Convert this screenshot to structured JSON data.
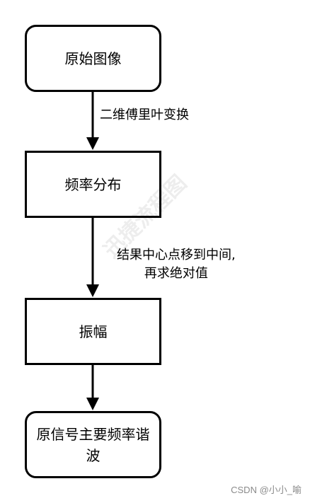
{
  "nodes": [
    {
      "id": "n1",
      "label": "原始图像",
      "shape": "rounded"
    },
    {
      "id": "n2",
      "label": "频率分布",
      "shape": "rect"
    },
    {
      "id": "n3",
      "label": "振幅",
      "shape": "rect"
    },
    {
      "id": "n4",
      "label_line1": "原信号主要频率谐",
      "label_line2": "波",
      "shape": "rounded"
    }
  ],
  "edges": [
    {
      "from": "n1",
      "to": "n2",
      "label": "二维傅里叶变换"
    },
    {
      "from": "n2",
      "to": "n3",
      "label_line1": "结果中心点移到中间,",
      "label_line2": "再求绝对值"
    },
    {
      "from": "n3",
      "to": "n4",
      "label": ""
    }
  ],
  "watermark": "迅捷流程图",
  "credit": "CSDN @小小_喻",
  "colors": {
    "stroke": "#000000",
    "background": "#ffffff",
    "credit": "#8a8a8a"
  }
}
